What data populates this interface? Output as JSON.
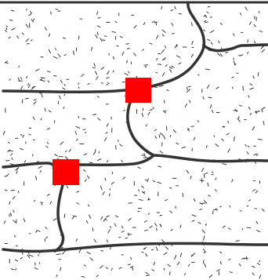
{
  "diagram": {
    "background_color": "#ffffff",
    "line_color": "#333333",
    "speckle_color": "#222222",
    "marker_color": "#ff0000",
    "boundaries": [
      {
        "name": "top-border"
      },
      {
        "name": "upper-right-curve"
      },
      {
        "name": "upper-right-bend"
      },
      {
        "name": "horizontal-boundary-1"
      },
      {
        "name": "vertical-connector-1"
      },
      {
        "name": "horizontal-boundary-2"
      },
      {
        "name": "vertical-connector-2"
      },
      {
        "name": "horizontal-boundary-3"
      }
    ],
    "markers": [
      {
        "name": "junction-marker-upper"
      },
      {
        "name": "junction-marker-lower"
      }
    ]
  }
}
